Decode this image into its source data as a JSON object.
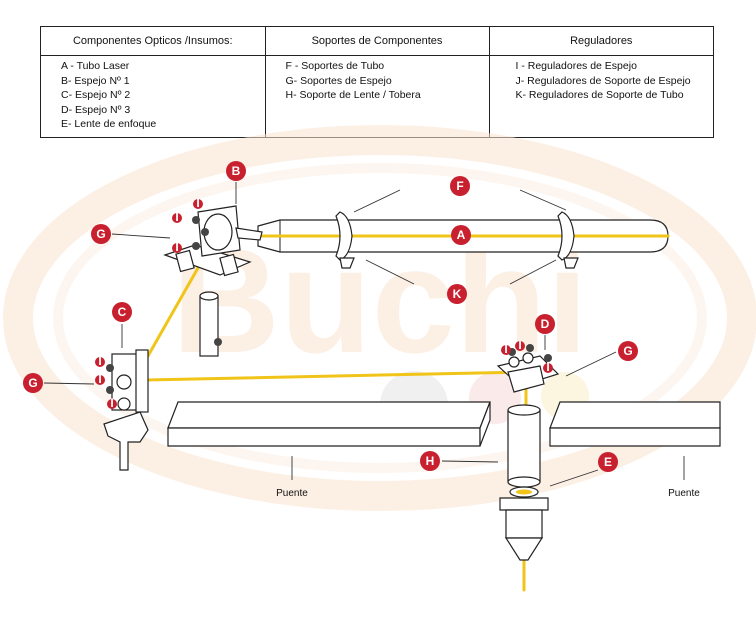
{
  "legend": {
    "columns": [
      {
        "header": "Componentes Opticos /Insumos:",
        "items": [
          "A - Tubo Laser",
          "B- Espejo Nº 1",
          "C- Espejo Nº 2",
          "D- Espejo Nº 3",
          "E- Lente de enfoque"
        ]
      },
      {
        "header": "Soportes de Componentes",
        "items": [
          "F - Soportes de Tubo",
          "G- Soportes de Espejo",
          "H- Soporte de Lente / Tobera"
        ]
      },
      {
        "header": "Reguladores",
        "items": [
          "I - Reguladores de Espejo",
          "J- Reguladores de Soporte de Espejo",
          "K- Reguladores de Soporte de Tubo"
        ]
      }
    ]
  },
  "labels": {
    "A": "A",
    "B": "B",
    "C": "C",
    "D": "D",
    "E": "E",
    "F": "F",
    "G": "G",
    "H": "H",
    "K": "K",
    "I": "I"
  },
  "captions": {
    "bridge_left": "Puente",
    "bridge_right": "Puente"
  },
  "watermark": {
    "text": "Buchi"
  },
  "colors": {
    "beam": "#f0c419",
    "label_badge": "#c8202f",
    "watermark": "#fbe3cf"
  }
}
